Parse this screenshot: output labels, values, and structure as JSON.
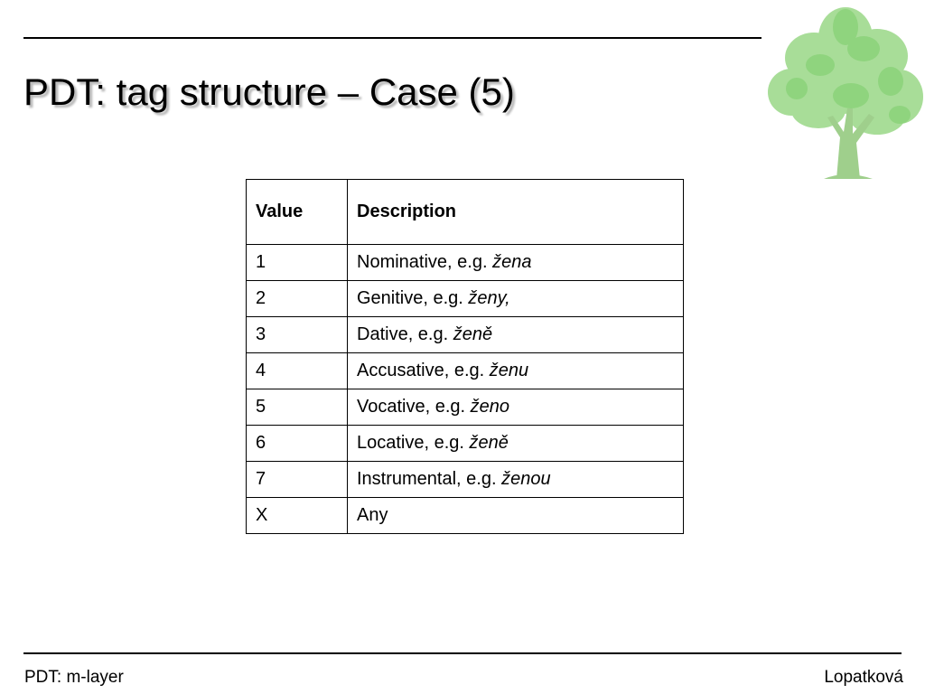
{
  "slide": {
    "title": "PDT: tag structure – Case (5)"
  },
  "table": {
    "headers": {
      "value": "Value",
      "description": "Description"
    },
    "rows": [
      {
        "value": "1",
        "description": "Nominative, e.g. ",
        "example": "žena"
      },
      {
        "value": "2",
        "description": "Genitive, e.g. ",
        "example": "ženy,"
      },
      {
        "value": "3",
        "description": "Dative, e.g. ",
        "example": "ženě"
      },
      {
        "value": "4",
        "description": "Accusative, e.g. ",
        "example": "ženu"
      },
      {
        "value": "5",
        "description": "Vocative, e.g. ",
        "example": "ženo"
      },
      {
        "value": "6",
        "description": "Locative, e.g. ",
        "example": "ženě"
      },
      {
        "value": "7",
        "description": "Instrumental, e.g. ",
        "example": "ženou"
      },
      {
        "value": "X",
        "description": "Any",
        "example": ""
      }
    ]
  },
  "footer": {
    "left": "PDT: m-layer",
    "right": "Lopatková"
  },
  "icons": {
    "logo": "tree-icon"
  },
  "colors": {
    "tree_foliage": "#8fd47e",
    "tree_trunk": "#9fcf8c"
  }
}
